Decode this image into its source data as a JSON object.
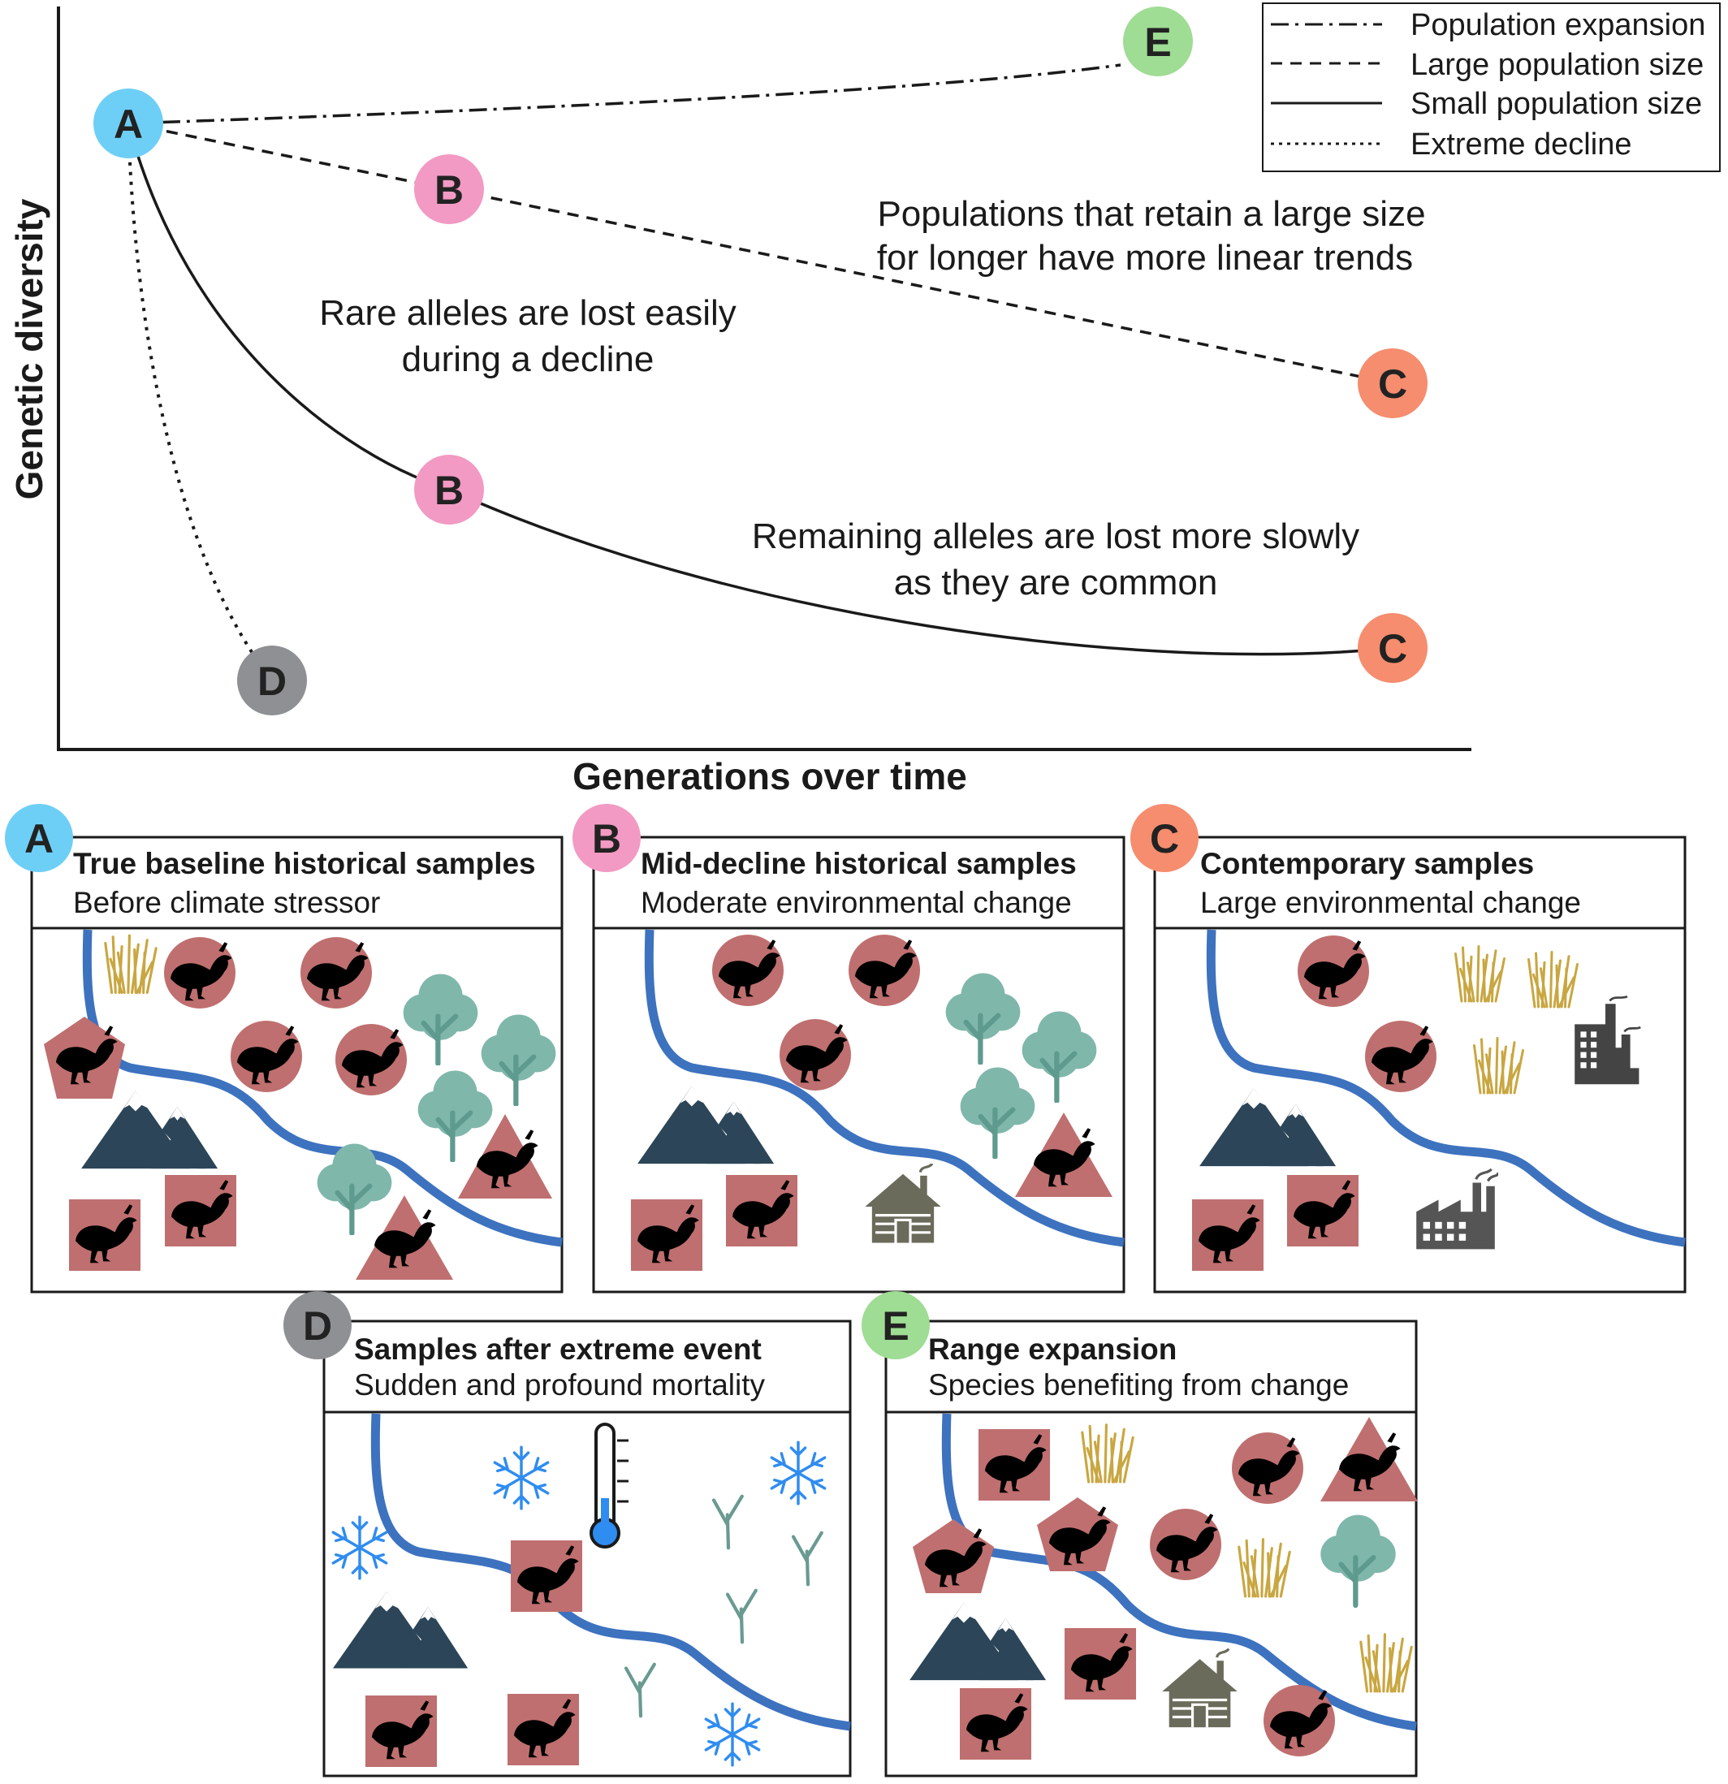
{
  "axes": {
    "y_title": "Genetic diversity",
    "x_title": "Generations over time"
  },
  "legend": {
    "items": [
      {
        "label": "Population expansion",
        "style": "dash-dot"
      },
      {
        "label": "Large population size",
        "style": "dashed"
      },
      {
        "label": "Small population size",
        "style": "solid"
      },
      {
        "label": "Extreme decline",
        "style": "dotted"
      }
    ]
  },
  "nodes": {
    "a": "A",
    "b": "B",
    "c": "C",
    "d": "D",
    "e": "E"
  },
  "annotations": {
    "large_line1": "Populations that retain a large size",
    "large_line2": "for longer have more linear trends",
    "rare_line1": "Rare alleles are lost easily",
    "rare_line2": "during a decline",
    "remaining_line1": "Remaining alleles are lost more slowly",
    "remaining_line2": "as they are common"
  },
  "panels": {
    "a": {
      "badge": "A",
      "title": "True baseline historical samples",
      "subtitle": "Before climate stressor"
    },
    "b": {
      "badge": "B",
      "title": "Mid-decline historical samples",
      "subtitle": "Moderate environmental change"
    },
    "c": {
      "badge": "C",
      "title": "Contemporary samples",
      "subtitle": "Large environmental change"
    },
    "d": {
      "badge": "D",
      "title": "Samples after extreme event",
      "subtitle": "Sudden and profound mortality"
    },
    "e": {
      "badge": "E",
      "title": "Range expansion",
      "subtitle": "Species benefiting from change"
    }
  },
  "colors": {
    "node_a": "#6ecff6",
    "node_b": "#f29ac3",
    "node_c": "#f58d6e",
    "node_d": "#8f9094",
    "node_e": "#9fdc94",
    "river": "#3d72bf",
    "mountain": "#2c4558",
    "tree": "#7fb7ab",
    "bird_bg": "#bf6f6f",
    "grass": "#c9a640",
    "snowflake": "#2f8cf0",
    "building": "#555555",
    "cabin": "#6b6b5b"
  }
}
